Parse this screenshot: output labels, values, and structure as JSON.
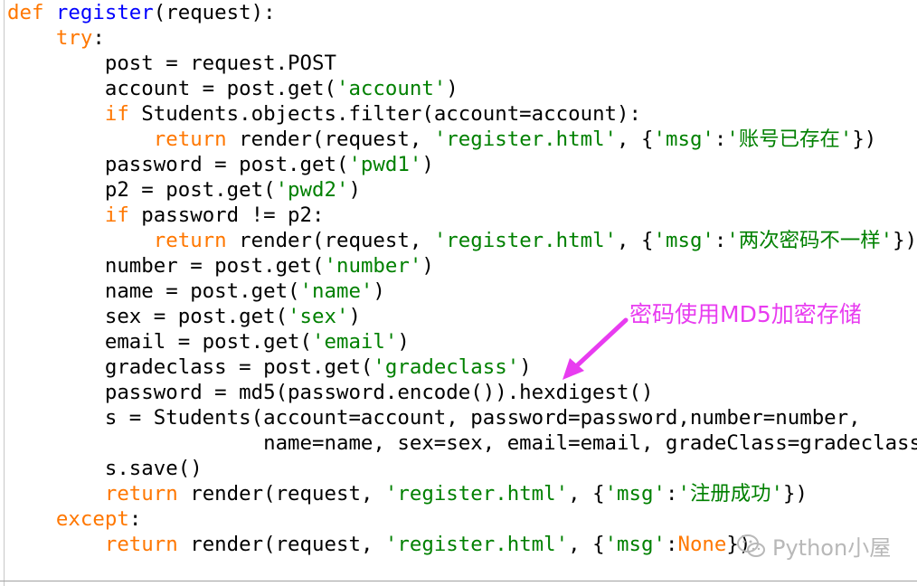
{
  "code": {
    "lines": [
      [
        {
          "t": "def ",
          "c": "kw"
        },
        {
          "t": "register",
          "c": "fn"
        },
        {
          "t": "(request):",
          "c": ""
        }
      ],
      [
        {
          "t": "    ",
          "c": ""
        },
        {
          "t": "try",
          "c": "kw"
        },
        {
          "t": ":",
          "c": ""
        }
      ],
      [
        {
          "t": "        post = request.POST",
          "c": ""
        }
      ],
      [
        {
          "t": "        account = post.get(",
          "c": ""
        },
        {
          "t": "'account'",
          "c": "st"
        },
        {
          "t": ")",
          "c": ""
        }
      ],
      [
        {
          "t": "        ",
          "c": ""
        },
        {
          "t": "if",
          "c": "kw"
        },
        {
          "t": " Students.objects.filter(account=account):",
          "c": ""
        }
      ],
      [
        {
          "t": "            ",
          "c": ""
        },
        {
          "t": "return",
          "c": "kw"
        },
        {
          "t": " render(request, ",
          "c": ""
        },
        {
          "t": "'register.html'",
          "c": "st"
        },
        {
          "t": ", {",
          "c": ""
        },
        {
          "t": "'msg'",
          "c": "st"
        },
        {
          "t": ":",
          "c": ""
        },
        {
          "t": "'账号已存在'",
          "c": "st"
        },
        {
          "t": "})",
          "c": ""
        }
      ],
      [
        {
          "t": "        password = post.get(",
          "c": ""
        },
        {
          "t": "'pwd1'",
          "c": "st"
        },
        {
          "t": ")",
          "c": ""
        }
      ],
      [
        {
          "t": "        p2 = post.get(",
          "c": ""
        },
        {
          "t": "'pwd2'",
          "c": "st"
        },
        {
          "t": ")",
          "c": ""
        }
      ],
      [
        {
          "t": "        ",
          "c": ""
        },
        {
          "t": "if",
          "c": "kw"
        },
        {
          "t": " password != p2:",
          "c": ""
        }
      ],
      [
        {
          "t": "            ",
          "c": ""
        },
        {
          "t": "return",
          "c": "kw"
        },
        {
          "t": " render(request, ",
          "c": ""
        },
        {
          "t": "'register.html'",
          "c": "st"
        },
        {
          "t": ", {",
          "c": ""
        },
        {
          "t": "'msg'",
          "c": "st"
        },
        {
          "t": ":",
          "c": ""
        },
        {
          "t": "'两次密码不一样'",
          "c": "st"
        },
        {
          "t": "})",
          "c": ""
        }
      ],
      [
        {
          "t": "        number = post.get(",
          "c": ""
        },
        {
          "t": "'number'",
          "c": "st"
        },
        {
          "t": ")",
          "c": ""
        }
      ],
      [
        {
          "t": "        name = post.get(",
          "c": ""
        },
        {
          "t": "'name'",
          "c": "st"
        },
        {
          "t": ")",
          "c": ""
        }
      ],
      [
        {
          "t": "        sex = post.get(",
          "c": ""
        },
        {
          "t": "'sex'",
          "c": "st"
        },
        {
          "t": ")",
          "c": ""
        }
      ],
      [
        {
          "t": "        email = post.get(",
          "c": ""
        },
        {
          "t": "'email'",
          "c": "st"
        },
        {
          "t": ")",
          "c": ""
        }
      ],
      [
        {
          "t": "        gradeclass = post.get(",
          "c": ""
        },
        {
          "t": "'gradeclass'",
          "c": "st"
        },
        {
          "t": ")",
          "c": ""
        }
      ],
      [
        {
          "t": "        password = md5(password.encode()).hexdigest()",
          "c": ""
        }
      ],
      [
        {
          "t": "        s = Students(account=account, password=password,number=number,",
          "c": ""
        }
      ],
      [
        {
          "t": "                     name=name, sex=sex, email=email, gradeClass=gradeclass)",
          "c": ""
        }
      ],
      [
        {
          "t": "        s.save()",
          "c": ""
        }
      ],
      [
        {
          "t": "        ",
          "c": ""
        },
        {
          "t": "return",
          "c": "kw"
        },
        {
          "t": " render(request, ",
          "c": ""
        },
        {
          "t": "'register.html'",
          "c": "st"
        },
        {
          "t": ", {",
          "c": ""
        },
        {
          "t": "'msg'",
          "c": "st"
        },
        {
          "t": ":",
          "c": ""
        },
        {
          "t": "'注册成功'",
          "c": "st"
        },
        {
          "t": "})",
          "c": ""
        }
      ],
      [
        {
          "t": "    ",
          "c": ""
        },
        {
          "t": "except",
          "c": "kw"
        },
        {
          "t": ":",
          "c": ""
        }
      ],
      [
        {
          "t": "        ",
          "c": ""
        },
        {
          "t": "return",
          "c": "kw"
        },
        {
          "t": " render(request, ",
          "c": ""
        },
        {
          "t": "'register.html'",
          "c": "st"
        },
        {
          "t": ", {",
          "c": ""
        },
        {
          "t": "'msg'",
          "c": "st"
        },
        {
          "t": ":",
          "c": ""
        },
        {
          "t": "None",
          "c": "cn"
        },
        {
          "t": "})",
          "c": ""
        }
      ]
    ]
  },
  "annotation": {
    "text": "密码使用MD5加密存储",
    "color": "#e83cf0"
  },
  "watermark": {
    "text": "Python小屋",
    "icon": "wechat-icon"
  },
  "colors": {
    "keyword": "#ff7700",
    "function": "#0000ff",
    "string": "#008000",
    "text": "#000000"
  }
}
